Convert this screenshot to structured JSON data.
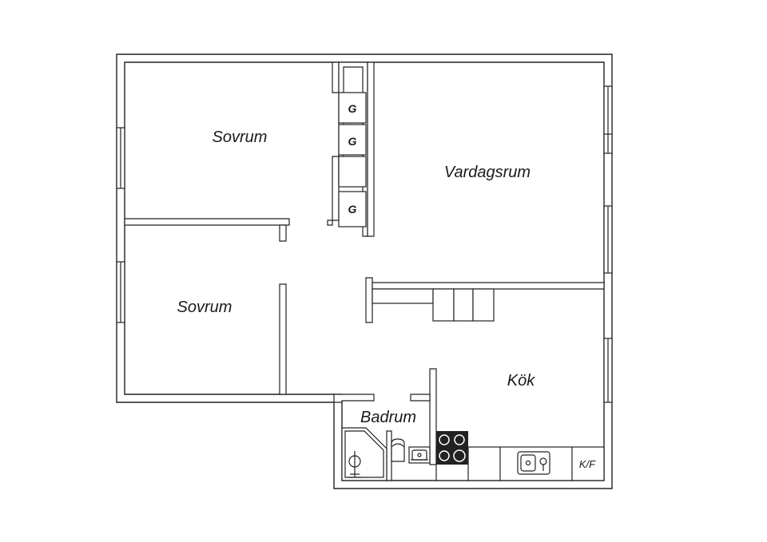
{
  "rooms": {
    "bedroom_top": "Sovrum",
    "bedroom_bottom": "Sovrum",
    "living_room": "Vardagsrum",
    "kitchen": "Kök",
    "bathroom": "Badrum"
  },
  "closet_labels": [
    "G",
    "G",
    "G"
  ],
  "fridge_label": "K/F",
  "colors": {
    "wall": "#222222",
    "background": "#ffffff",
    "stove": "#222222"
  }
}
